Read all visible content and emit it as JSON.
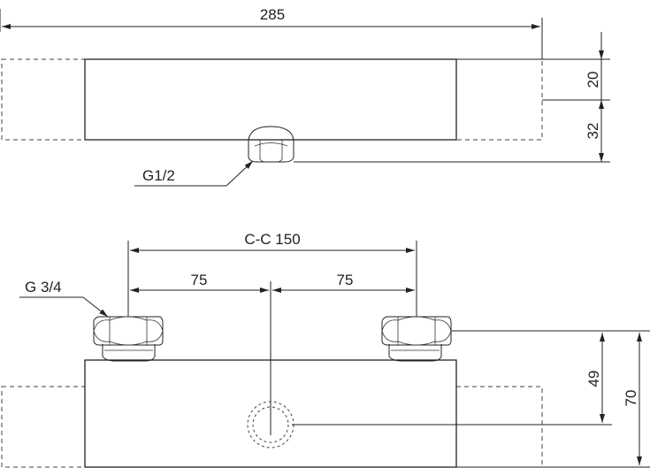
{
  "top_view": {
    "width_dim": "285",
    "height_dim_upper": "20",
    "height_dim_lower": "32",
    "outlet_thread": "G1/2"
  },
  "front_view": {
    "center_distance": "C-C 150",
    "half_left": "75",
    "half_right": "75",
    "inlet_thread": "G 3/4",
    "outlet_height": "49",
    "total_height": "70"
  }
}
